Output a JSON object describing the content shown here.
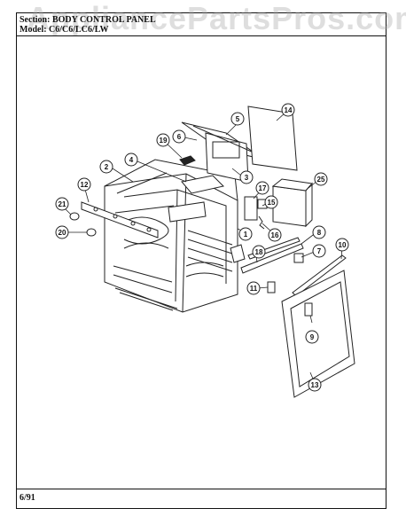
{
  "header": {
    "section_line": "Section: BODY CONTROL PANEL",
    "model_line": "Model: C6/C6/LC6/LW"
  },
  "footer": {
    "date": "6/91"
  },
  "watermark": "AppliancePartsPros.com",
  "callouts": [
    {
      "label": "2"
    },
    {
      "label": "3"
    },
    {
      "label": "4"
    },
    {
      "label": "5"
    },
    {
      "label": "6"
    },
    {
      "label": "7"
    },
    {
      "label": "8"
    },
    {
      "label": "9"
    },
    {
      "label": "10"
    },
    {
      "label": "11"
    },
    {
      "label": "12"
    },
    {
      "label": "13"
    },
    {
      "label": "14"
    },
    {
      "label": "15"
    },
    {
      "label": "16"
    },
    {
      "label": "17"
    },
    {
      "label": "18"
    },
    {
      "label": "19"
    },
    {
      "label": "20"
    },
    {
      "label": "21"
    },
    {
      "label": "25"
    },
    {
      "label": "1"
    }
  ]
}
